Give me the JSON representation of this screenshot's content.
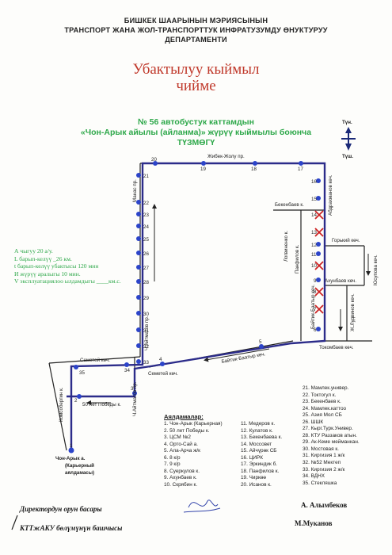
{
  "header": {
    "line1": "БИШКЕК ШААРЫНЫН  МЭРИЯСЫНЫН",
    "line2": "ТРАНСПОРТ ЖАНА ЖОЛ-ТРАНСПОРТТУК ИНФРАТУЗУМДУ ӨНУКТУРУУ",
    "line3": "ДЕПАРТАМЕНТИ"
  },
  "title": {
    "line1": "Убактылуу кыймыл",
    "line2": "чийме"
  },
  "subtitle": {
    "line1": "№ 56  автобустук каттамдын",
    "line2": "«Чон-Арык айылы (айланма)» жүрүү кыймылы боюнча",
    "line3": "ТҮЗМӨГҮ"
  },
  "compass": {
    "north": "Түн.",
    "south": "Түш."
  },
  "params": [
    "А чыгуу 20 а/у.",
    "L барып-келүү _26 км.",
    "t барып-келүү убактысы 120 мин",
    "И жүрүү аралыгы 10  мин.",
    "V эксплуатациялоо ылдамдыгы ____км.с."
  ],
  "streets": {
    "zhibek_zholu": "Жибек-Жолу пр.",
    "manas": "Манас пр.",
    "abdrakhmanov": "Абдрахманов көч.",
    "bekenbaev": "Бекенбаев к.",
    "logvinenko": "Логвиненко к.",
    "panfilov": "Панфилов к.",
    "gorkiy": "Горький көч.",
    "yusupov": "Юсупова көч.",
    "akhunbaev": "Ахунбаев көч.",
    "baytik_vertical": "Байтик-Баатыр көч.",
    "ludvinov": "Ж.Лудвинов көч.",
    "tokombaev": "Токомбаев көч.",
    "baytik_diag": "Байтик-Баатыр көч.",
    "semetey1": "Семетей  көч.",
    "semetey2": "Семетей  көч.",
    "aytmatov1": "Ч.Айтматов пр.",
    "aytmatov2": "Ч.Айтматов пр.",
    "komsomol": "Комсобергин к.",
    "pobedy": "50 лет Победы к."
  },
  "terminal": {
    "line1": "Чон-Арык а.",
    "line2": "(Карьерный",
    "line3": "аялдамасы)"
  },
  "stops_title": "Аялдамалар:",
  "stops_col1": [
    "1. Чон-Арык  (Карьерная)",
    "2. 50 лет Победы к.",
    "3. ЦСМ №2",
    "4. Орто-Сай а.",
    "5. Ала-Арча ж/к",
    "6. 8 к/р",
    "7. 9 к/р",
    "8. Суеркулов к.",
    "9. Ахунбаев к.",
    "10. Скрябин к."
  ],
  "stops_col2": [
    "11. Медеров к.",
    "12. Кулатов к.",
    "13. Бекенбаева к.",
    "14. Моссовет",
    "15. Айчүрөк СБ",
    "16. ЦИРК",
    "17. Эркиндик б.",
    "18. Панфилов к.",
    "19. Чиркөө",
    "20. Исанов к."
  ],
  "stops_col3": [
    "21. Мамлек.универ.",
    "22. Токтогул к.",
    "23. Бекенбаев к.",
    "24. Мамлек.каттоо",
    "25. Азия Мол СБ",
    "26. ШШК",
    "27. Кырг.Турк.Универ.",
    "28. КТУ Раззаков атын.",
    "29. Ак-Кеме мейманкан.",
    "30. Мостовая к.",
    "31. Киргизия 1 ж/к",
    "32. №52 Мектеп",
    "33. Киргизия 2 ж/к",
    "34. ВДНХ",
    "35. Стекляшка"
  ],
  "footer": {
    "left1": "Директордун орун басары",
    "left2": "КТТжАКУ  бөлүмүнүн башчысы",
    "right1": "А. Алымбеков",
    "right2": "М.Муканов"
  },
  "colors": {
    "route": "#2c2c8a",
    "stop": "#2c44c9",
    "closed": "#cc2222",
    "accent_green": "#2ea84a",
    "title_red": "#c0392b"
  }
}
